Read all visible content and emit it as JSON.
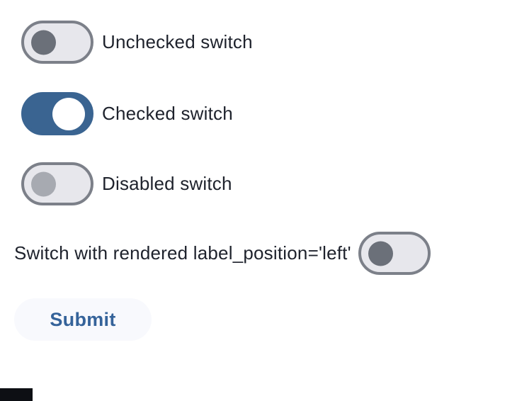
{
  "switches": [
    {
      "label": "Unchecked switch",
      "state": "unchecked",
      "label_position": "right"
    },
    {
      "label": "Checked switch",
      "state": "checked",
      "label_position": "right"
    },
    {
      "label": "Disabled switch",
      "state": "disabled",
      "label_position": "right"
    },
    {
      "label": "Switch with rendered label_position='left'",
      "state": "unchecked",
      "label_position": "left"
    }
  ],
  "submit_button": {
    "label": "Submit"
  },
  "colors": {
    "track_off_bg": "#e7e7ec",
    "track_off_border": "#7c8089",
    "thumb_off": "#6b7079",
    "track_on_bg": "#3a6491",
    "thumb_on": "#ffffff",
    "thumb_disabled": "#a7aab1",
    "label_text": "#1e222c",
    "button_bg": "#f8f9fd",
    "button_text": "#35639a",
    "footer_bar": "#0d0f14"
  }
}
